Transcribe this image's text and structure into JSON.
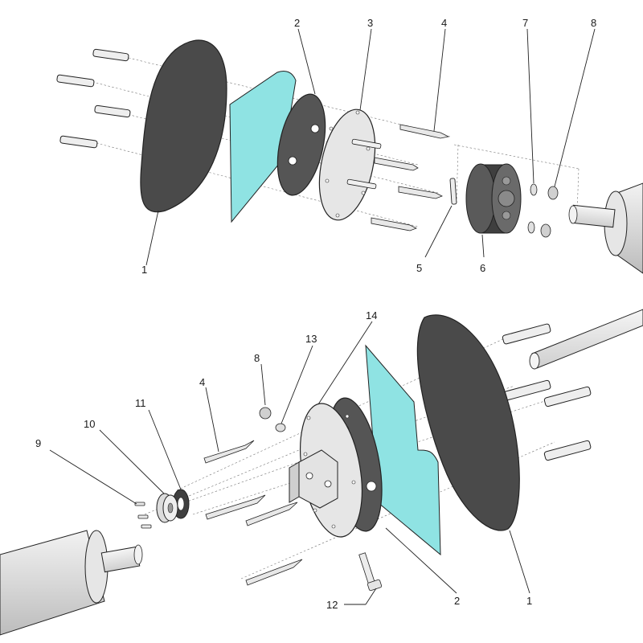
{
  "callouts_top": [
    {
      "id": "c1t",
      "label": "1"
    },
    {
      "id": "c2t",
      "label": "2"
    },
    {
      "id": "c3t",
      "label": "3"
    },
    {
      "id": "c4t",
      "label": "4"
    },
    {
      "id": "c5t",
      "label": "5"
    },
    {
      "id": "c6t",
      "label": "6"
    },
    {
      "id": "c7t",
      "label": "7"
    },
    {
      "id": "c8t",
      "label": "8"
    }
  ],
  "callouts_bottom": [
    {
      "id": "c1b",
      "label": "1"
    },
    {
      "id": "c2b",
      "label": "2"
    },
    {
      "id": "c4b",
      "label": "4"
    },
    {
      "id": "c8b",
      "label": "8"
    },
    {
      "id": "c9b",
      "label": "9"
    },
    {
      "id": "c10b",
      "label": "10"
    },
    {
      "id": "c11b",
      "label": "11"
    },
    {
      "id": "c12b",
      "label": "12"
    },
    {
      "id": "c13b",
      "label": "13"
    },
    {
      "id": "c14b",
      "label": "14"
    }
  ],
  "colors": {
    "panel_dark": "#4a4a4a",
    "film_cyan": "#8fe3e3",
    "plate_light": "#e6e6e6",
    "metal": "#d9d9d9"
  }
}
